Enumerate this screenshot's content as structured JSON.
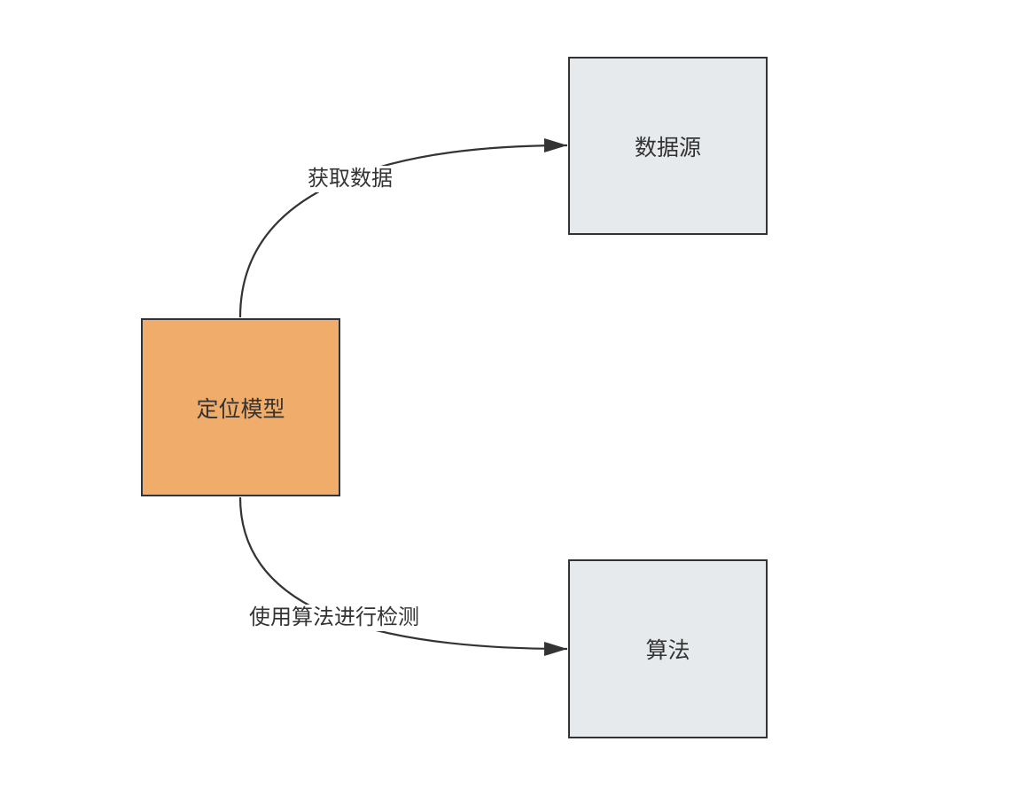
{
  "diagram": {
    "nodes": {
      "model": {
        "label": "定位模型"
      },
      "datasource": {
        "label": "数据源"
      },
      "algorithm": {
        "label": "算法"
      }
    },
    "edges": {
      "fetch": {
        "from": "定位模型",
        "to": "数据源",
        "label": "获取数据"
      },
      "detect": {
        "from": "定位模型",
        "to": "算法",
        "label": "使用算法进行检测"
      }
    }
  },
  "colors": {
    "model_fill": "#F0AC6A",
    "node_fill": "#E6EAEC",
    "stroke": "#333333",
    "background": "#FFFFFF"
  }
}
